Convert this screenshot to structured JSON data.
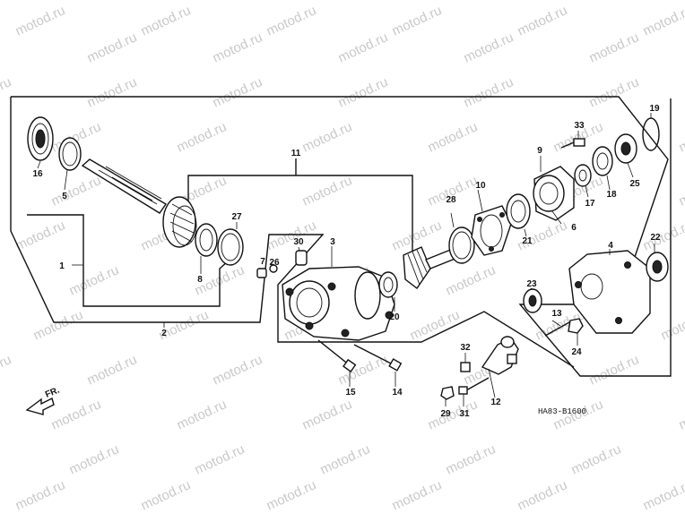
{
  "watermark": "motod.ru",
  "diagram_code": "HA83-B1600",
  "direction_label": "FR.",
  "callouts": [
    "1",
    "2",
    "3",
    "4",
    "5",
    "6",
    "7",
    "8",
    "9",
    "10",
    "11",
    "12",
    "13",
    "14",
    "15",
    "16",
    "17",
    "18",
    "19",
    "20",
    "21",
    "22",
    "23",
    "24",
    "25",
    "26",
    "27",
    "28",
    "29",
    "30",
    "31",
    "32",
    "33"
  ]
}
